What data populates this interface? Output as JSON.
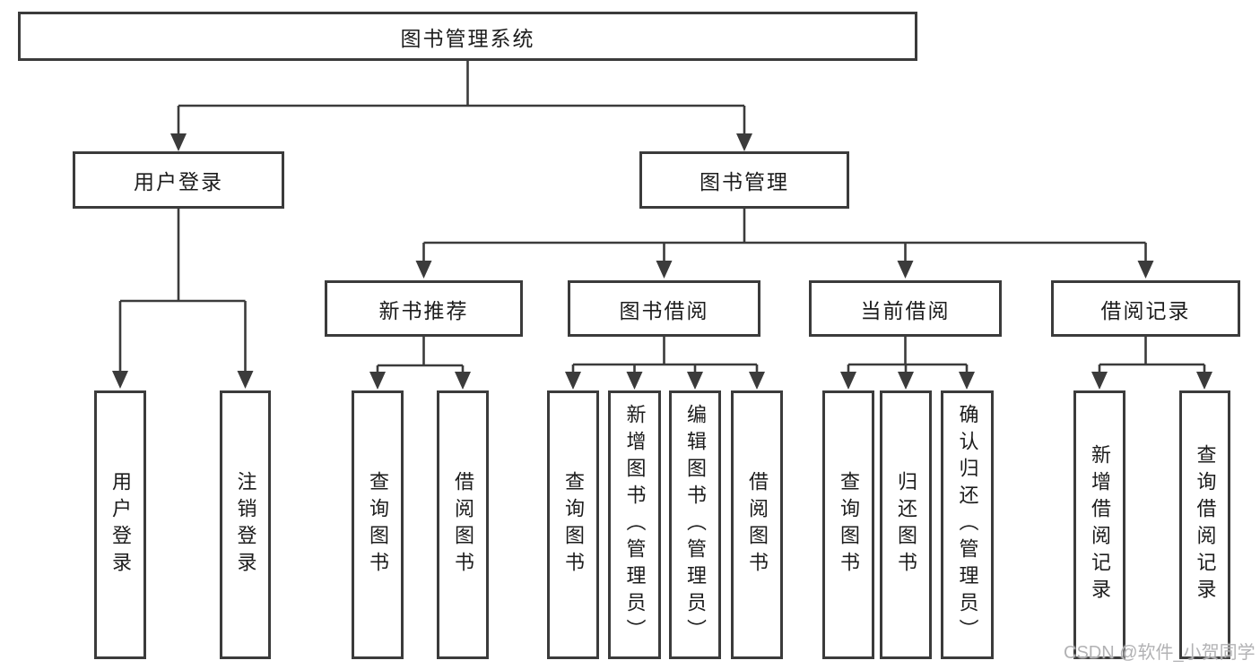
{
  "watermark": "CSDN @软件_小贺同学",
  "colors": {
    "line": "#3b3b3b",
    "box_border": "#3b3b3b",
    "text": "#1c1c1c",
    "watermark": "#b2b2b4",
    "background": "#ffffff"
  },
  "diagram_type": "hierarchy-tree",
  "tree": {
    "label": "图书管理系统",
    "children": [
      {
        "label": "用户登录",
        "children": [
          {
            "label": "用户登录"
          },
          {
            "label": "注销登录"
          }
        ]
      },
      {
        "label": "图书管理",
        "children": [
          {
            "label": "新书推荐",
            "children": [
              {
                "label": "查询图书"
              },
              {
                "label": "借阅图书"
              }
            ]
          },
          {
            "label": "图书借阅",
            "children": [
              {
                "label": "查询图书"
              },
              {
                "label": "新增图书（管理员）"
              },
              {
                "label": "编辑图书（管理员）"
              },
              {
                "label": "借阅图书"
              }
            ]
          },
          {
            "label": "当前借阅",
            "children": [
              {
                "label": "查询图书"
              },
              {
                "label": "归还图书"
              },
              {
                "label": "确认归还（管理员）"
              }
            ]
          },
          {
            "label": "借阅记录",
            "children": [
              {
                "label": "新增借阅记录"
              },
              {
                "label": "查询借阅记录"
              }
            ]
          }
        ]
      }
    ]
  }
}
